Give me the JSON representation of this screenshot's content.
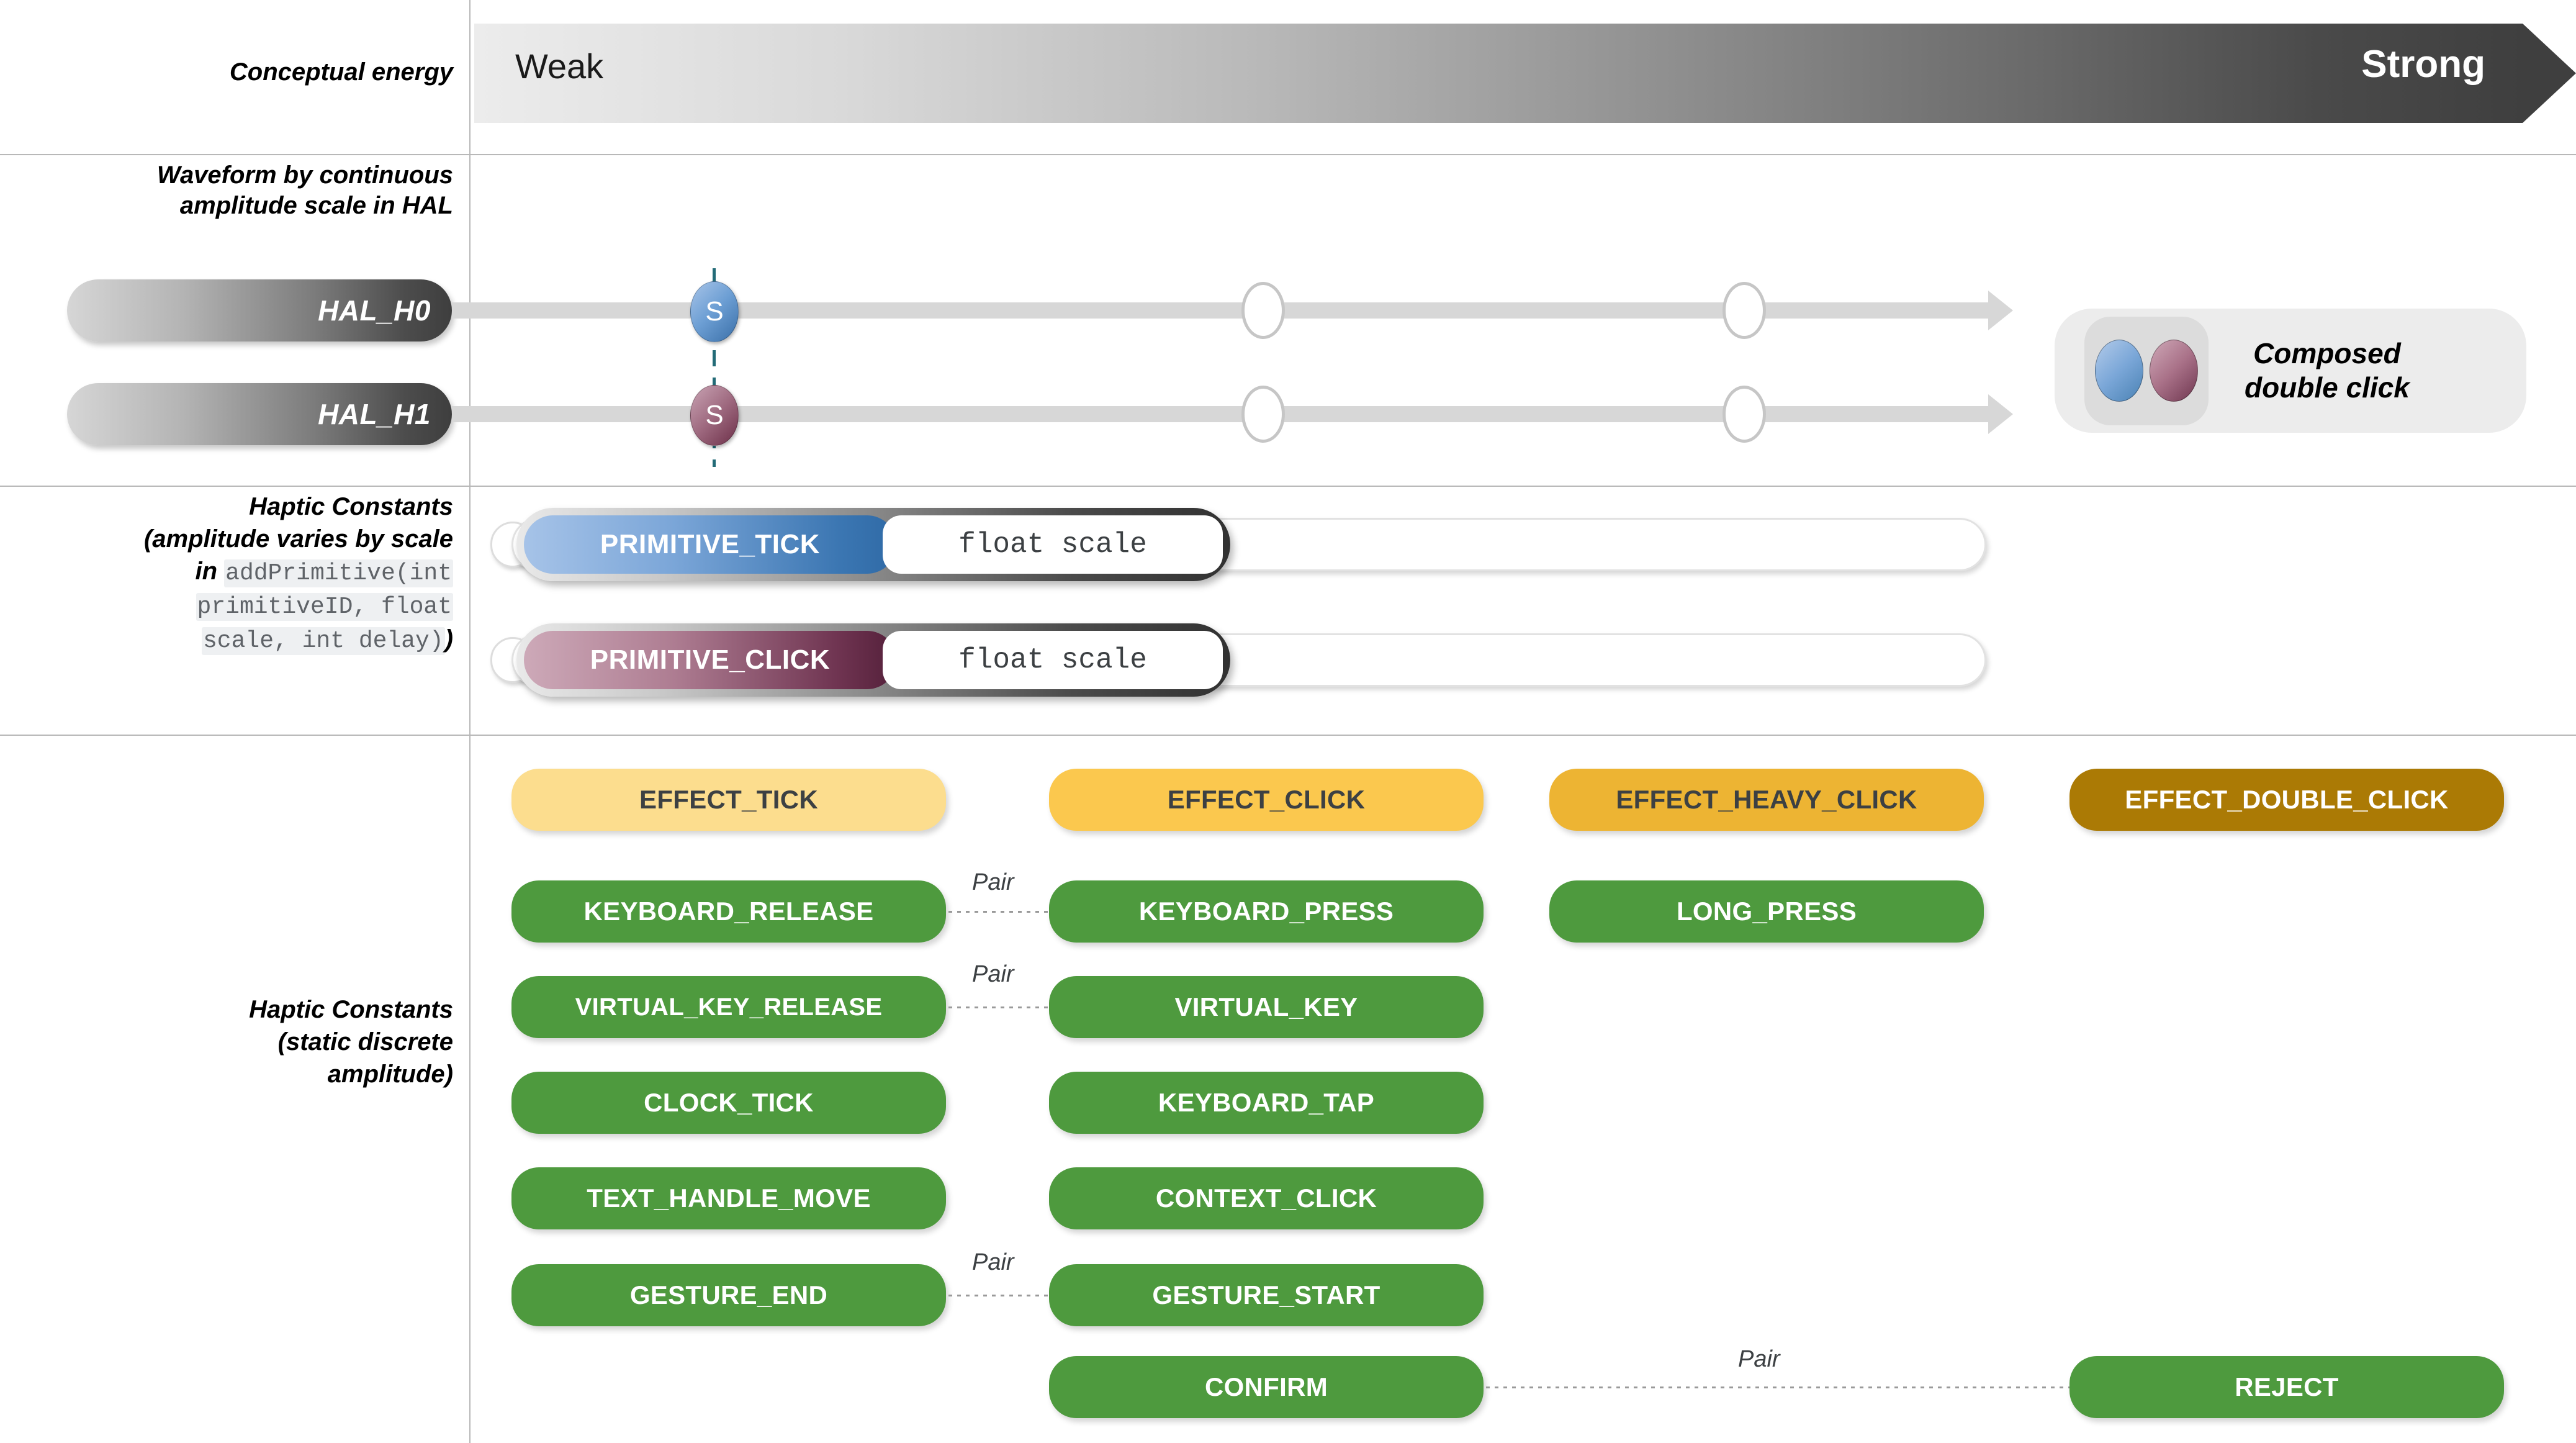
{
  "grid": {
    "row_labels": [
      {
        "id": "conceptual-energy",
        "text": "Conceptual energy"
      },
      {
        "id": "waveform-hal",
        "text": "Waveform by continuous amplitude scale in HAL"
      },
      {
        "id": "haptic-constants-scale",
        "text": "Haptic Constants (amplitude varies by scale in addPrimitive(int primitiveID, float scale, int delay))"
      },
      {
        "id": "haptic-constants-static",
        "text": "Haptic Constants (static discrete amplitude)"
      }
    ]
  },
  "energy": {
    "weak_label": "Weak",
    "strong_label": "Strong",
    "gradient_start": "#ececec",
    "gradient_end": "#3f3f3f"
  },
  "labels": {
    "waveform_line1": "Waveform by continuous",
    "waveform_line2": "amplitude scale in HAL",
    "constants_scale_line1": "Haptic Constants",
    "constants_scale_line2": "(amplitude varies by scale",
    "constants_scale_line3_prefix": "in ",
    "constants_scale_code1": "addPrimitive(int",
    "constants_scale_code2": "primitiveID, float",
    "constants_scale_code3": "scale, int delay)",
    "constants_scale_close": ")",
    "constants_static_line1": "Haptic Constants",
    "constants_static_line2": "(static discrete",
    "constants_static_line3": "amplitude)",
    "conceptual_energy": "Conceptual energy"
  },
  "hal": {
    "rows": [
      {
        "name": "HAL_H0",
        "marker_letter": "S",
        "marker_color": "#3a6fa8"
      },
      {
        "name": "HAL_H1",
        "marker_letter": "S",
        "marker_color": "#6c2f48"
      }
    ],
    "composed": {
      "line1": "Composed",
      "line2": "double click",
      "dot1_color": "#4a82b4",
      "dot2_color": "#6f3750"
    }
  },
  "primitives": [
    {
      "name": "PRIMITIVE_TICK",
      "param": "float scale",
      "color": "#3b76b2"
    },
    {
      "name": "PRIMITIVE_CLICK",
      "param": "float scale",
      "color": "#6e3350"
    }
  ],
  "effects": [
    {
      "label": "EFFECT_TICK",
      "bg": "#fcdd8e",
      "fg": "#3c4043"
    },
    {
      "label": "EFFECT_CLICK",
      "bg": "#fbc84e",
      "fg": "#3c4043"
    },
    {
      "label": "EFFECT_HEAVY_CLICK",
      "bg": "#edb433",
      "fg": "#3c4043"
    },
    {
      "label": "EFFECT_DOUBLE_CLICK",
      "bg": "#ab7a05",
      "fg": "#ffffff"
    }
  ],
  "constants": {
    "green": "#4e9a3e",
    "fg": "#ffffff",
    "rows": [
      {
        "left": "KEYBOARD_RELEASE",
        "right": "KEYBOARD_PRESS",
        "third": "LONG_PRESS",
        "pair": "Pair"
      },
      {
        "left": "VIRTUAL_KEY_RELEASE",
        "right": "VIRTUAL_KEY",
        "third": null,
        "pair": "Pair"
      },
      {
        "left": "CLOCK_TICK",
        "right": "KEYBOARD_TAP",
        "third": null,
        "pair": null
      },
      {
        "left": "TEXT_HANDLE_MOVE",
        "right": "CONTEXT_CLICK",
        "third": null,
        "pair": null
      },
      {
        "left": "GESTURE_END",
        "right": "GESTURE_START",
        "third": null,
        "pair": "Pair"
      },
      {
        "left": null,
        "right": "CONFIRM",
        "third": null,
        "fourth": "REJECT",
        "pair": "Pair"
      }
    ]
  }
}
